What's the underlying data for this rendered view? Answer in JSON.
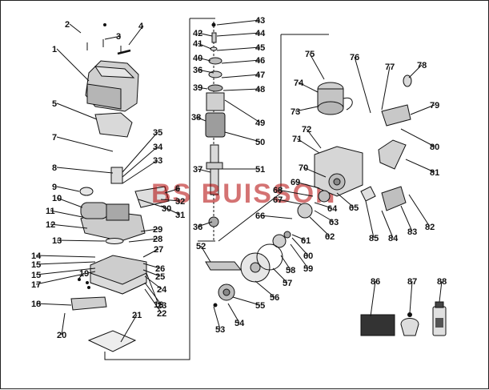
{
  "diagram": {
    "watermark_text": "BS BUISSON",
    "accent_color": "#b00000",
    "labels": [
      "1",
      "2",
      "3",
      "4",
      "5",
      "6",
      "7",
      "8",
      "9",
      "10",
      "11",
      "12",
      "13",
      "14",
      "15",
      "15",
      "16",
      "17",
      "18",
      "19",
      "20",
      "21",
      "22",
      "23",
      "24",
      "25",
      "26",
      "27",
      "28",
      "29",
      "30",
      "31",
      "32",
      "33",
      "34",
      "35",
      "36",
      "36",
      "37",
      "38",
      "39",
      "40",
      "41",
      "42",
      "43",
      "44",
      "45",
      "46",
      "47",
      "48",
      "49",
      "50",
      "51",
      "52",
      "53",
      "54",
      "55",
      "56",
      "57",
      "58",
      "59",
      "60",
      "61",
      "62",
      "63",
      "64",
      "65",
      "66",
      "67",
      "68",
      "69",
      "70",
      "71",
      "72",
      "73",
      "74",
      "75",
      "76",
      "77",
      "78",
      "79",
      "80",
      "81",
      "82",
      "83",
      "84",
      "85",
      "86",
      "87",
      "88"
    ]
  }
}
